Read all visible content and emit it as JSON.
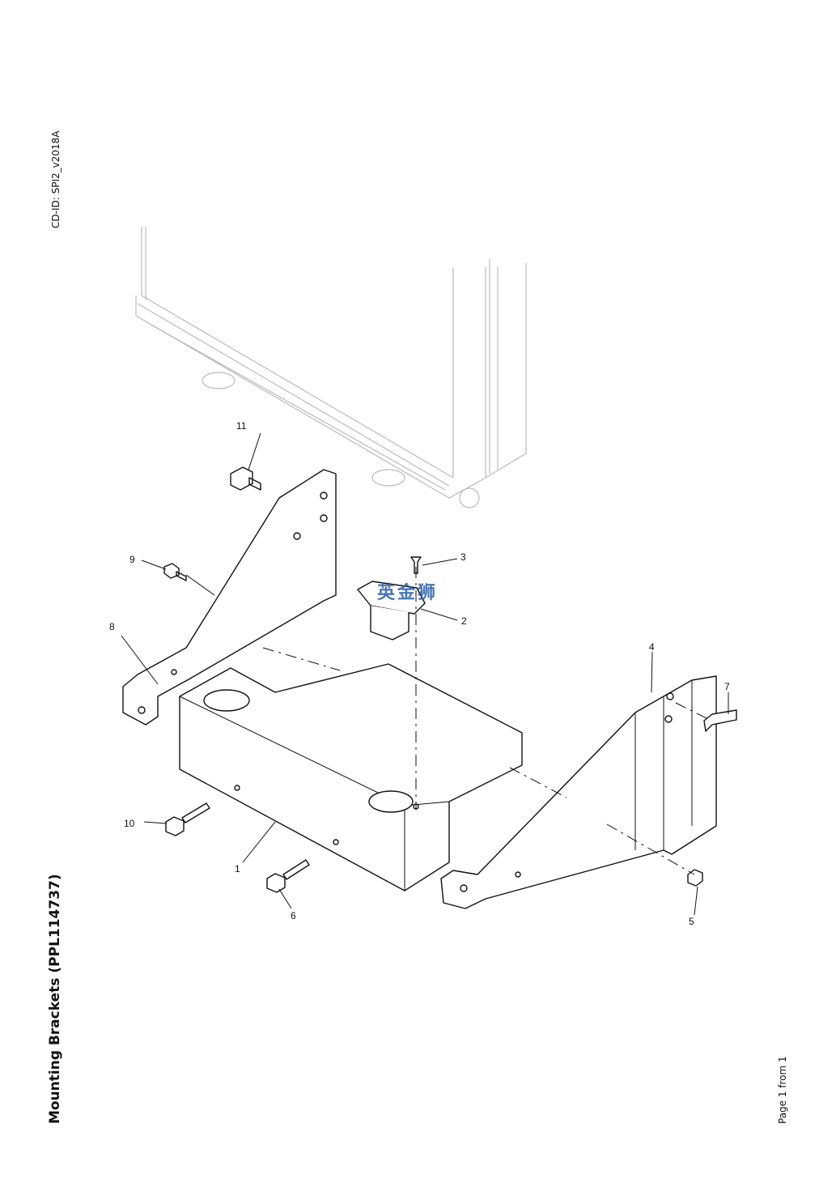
{
  "document": {
    "cd_id": "CD-ID: SPI2_v2018A",
    "title": "Mounting Brackets (PPL114737)",
    "page": "Page 1 from 1",
    "watermark": "英金狮"
  },
  "callouts": [
    "1",
    "2",
    "3",
    "4",
    "5",
    "6",
    "7",
    "8",
    "9",
    "10",
    "11"
  ]
}
